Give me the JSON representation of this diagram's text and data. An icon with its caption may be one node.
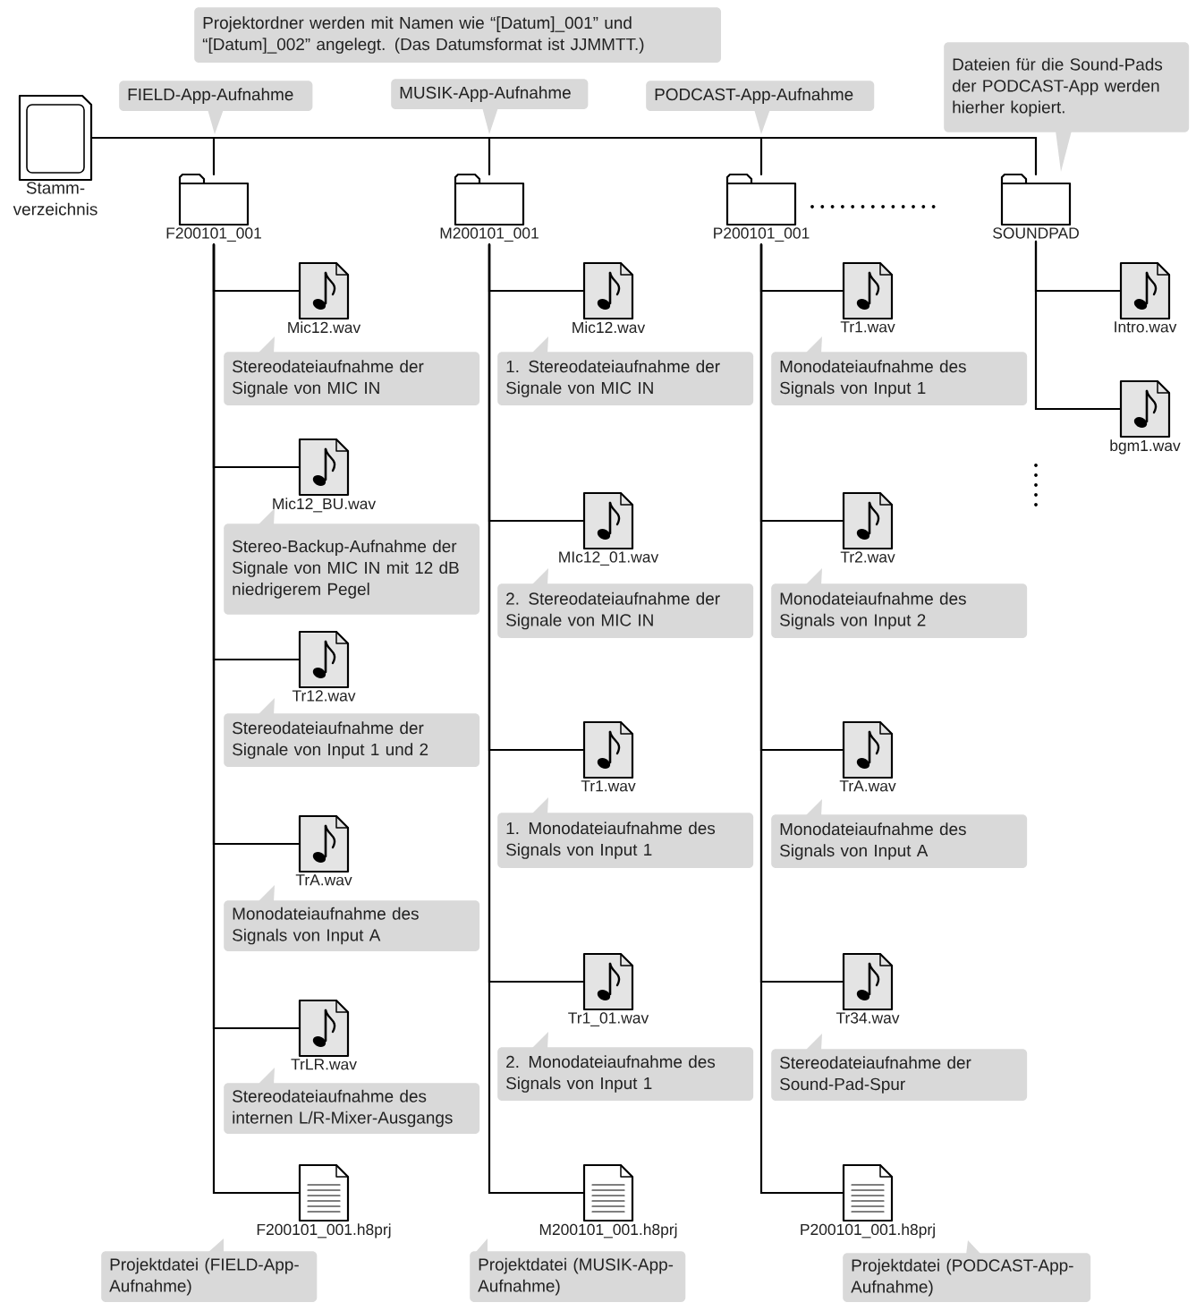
{
  "diagram": {
    "nodes": [
      {
        "text": [
          "Projektordner werden mit Namen wie “[Datum]_001” und “[Datum]_002” angelegt. (Das Datumsformat ist JJMMTT.)"
        ]
      },
      {
        "text": [
          "FIELD-App-Aufnahme"
        ]
      },
      {
        "text": [
          "MUSIK-App-Aufnahme"
        ]
      },
      {
        "text": [
          "PODCAST-App-Aufnahme"
        ]
      },
      {
        "text": [
          "Dateien für die Sound-Pads der PODCAST-App werden hierher kopiert."
        ]
      },
      {
        "text": [
          "Stamm- verzeichnis"
        ]
      },
      {
        "text": [
          "F200101_001"
        ]
      },
      {
        "text": [
          "M200101_001"
        ]
      },
      {
        "text": [
          "P200101_001"
        ]
      },
      {
        "text": [
          "SOUNDPAD"
        ]
      },
      {
        "text": [
          "Mic12.wav"
        ]
      },
      {
        "text": [
          "Stereodateiaufnahme der Signale von MIC IN"
        ]
      },
      {
        "text": [
          "Mic12_BU.wav"
        ]
      },
      {
        "text": [
          "Stereo-Backup-Aufnahme der Signale von MIC IN mit 12 dB niedrigerem Pegel"
        ]
      },
      {
        "text": [
          "Tr12.wav"
        ]
      },
      {
        "text": [
          "Stereodateiaufnahme der Signale von Input 1 und 2"
        ]
      },
      {
        "text": [
          "TrA.wav"
        ]
      },
      {
        "text": [
          "Monodateiaufnahme des Signals von Input A"
        ]
      },
      {
        "text": [
          "TrLR.wav"
        ]
      },
      {
        "text": [
          "Stereodateiaufnahme des internen L/R-Mixer-Ausgangs"
        ]
      },
      {
        "text": [
          "F200101_001.h8prj"
        ]
      },
      {
        "text": [
          "Projektdatei (FIELD-App-Aufnahme)"
        ]
      },
      {
        "text": [
          "Mic12.wav"
        ]
      },
      {
        "text": [
          "1. Stereodateiaufnahme der Signale von MIC IN"
        ]
      },
      {
        "text": [
          "MIc12_01.wav"
        ]
      },
      {
        "text": [
          "2. Stereodateiaufnahme der Signale von MIC IN"
        ]
      },
      {
        "text": [
          "Tr1.wav"
        ]
      },
      {
        "text": [
          "1. Monodateiaufnahme des Signals von Input 1"
        ]
      },
      {
        "text": [
          "Tr1_01.wav"
        ]
      },
      {
        "text": [
          "2. Monodateiaufnahme des Signals von Input 1"
        ]
      },
      {
        "text": [
          "M200101_001.h8prj"
        ]
      },
      {
        "text": [
          "Projektdatei (MUSIK-App-Aufnahme)"
        ]
      },
      {
        "text": [
          "Tr1.wav"
        ]
      },
      {
        "text": [
          "Monodateiaufnahme des Signals von Input 1"
        ]
      },
      {
        "text": [
          "Tr2.wav"
        ]
      },
      {
        "text": [
          "Monodateiaufnahme des Signals von Input 2"
        ]
      },
      {
        "text": [
          "TrA.wav"
        ]
      },
      {
        "text": [
          "Monodateiaufnahme des Signals von Input A"
        ]
      },
      {
        "text": [
          "Tr34.wav"
        ]
      },
      {
        "text": [
          "Stereodateiaufnahme der Sound-Pad-Spur"
        ]
      },
      {
        "text": [
          "P200101_001.h8prj"
        ]
      },
      {
        "text": [
          "Projektdatei (PODCAST-App-Aufnahme)"
        ]
      },
      {
        "text": [
          "Intro.wav"
        ]
      },
      {
        "text": [
          "bgm1.wav"
        ]
      }
    ],
    "edges": [
      {
        "from": 5,
        "to": 6,
        "arrow": "none"
      },
      {
        "from": 5,
        "to": 7,
        "arrow": "none"
      },
      {
        "from": 5,
        "to": 8,
        "arrow": "none"
      },
      {
        "from": 5,
        "to": 9,
        "arrow": "none"
      },
      {
        "from": 6,
        "to": 10,
        "arrow": "none"
      },
      {
        "from": 6,
        "to": 12,
        "arrow": "none"
      },
      {
        "from": 6,
        "to": 14,
        "arrow": "none"
      },
      {
        "from": 6,
        "to": 16,
        "arrow": "none"
      },
      {
        "from": 6,
        "to": 18,
        "arrow": "none"
      },
      {
        "from": 6,
        "to": 20,
        "arrow": "none"
      },
      {
        "from": 7,
        "to": 22,
        "arrow": "none"
      },
      {
        "from": 7,
        "to": 24,
        "arrow": "none"
      },
      {
        "from": 7,
        "to": 26,
        "arrow": "none"
      },
      {
        "from": 7,
        "to": 28,
        "arrow": "none"
      },
      {
        "from": 7,
        "to": 30,
        "arrow": "none"
      },
      {
        "from": 8,
        "to": 32,
        "arrow": "none"
      },
      {
        "from": 8,
        "to": 34,
        "arrow": "none"
      },
      {
        "from": 8,
        "to": 36,
        "arrow": "none"
      },
      {
        "from": 8,
        "to": 38,
        "arrow": "none"
      },
      {
        "from": 8,
        "to": 40,
        "arrow": "none"
      },
      {
        "from": 9,
        "to": 42,
        "arrow": "none"
      },
      {
        "from": 9,
        "to": 43,
        "arrow": "none"
      }
    ]
  }
}
